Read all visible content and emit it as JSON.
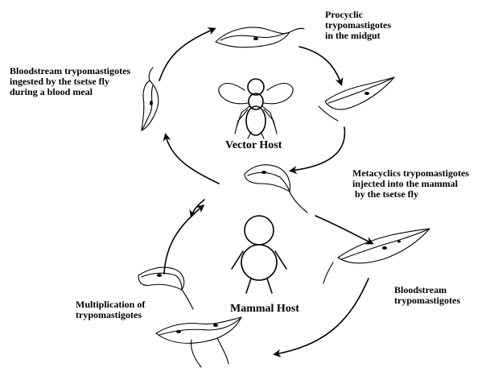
{
  "labels": {
    "procyclic": "Procyclic\ntrypomastigotes\nin the midgut",
    "bloodstream_ingested": "Bloodstream trypomastigotes\ningested by the tsetse fly\nduring a blood meal",
    "vector_host": "Vector Host",
    "metacyclics": "Metacyclics trypomastigotes\ninjected into the mammal\n by the tsetse fly",
    "bloodstream": "Bloodstream\ntrypomastigotes",
    "multiplication": "Multiplication of\ntrypomastigotes",
    "mammal_host": "Mammal Host"
  }
}
